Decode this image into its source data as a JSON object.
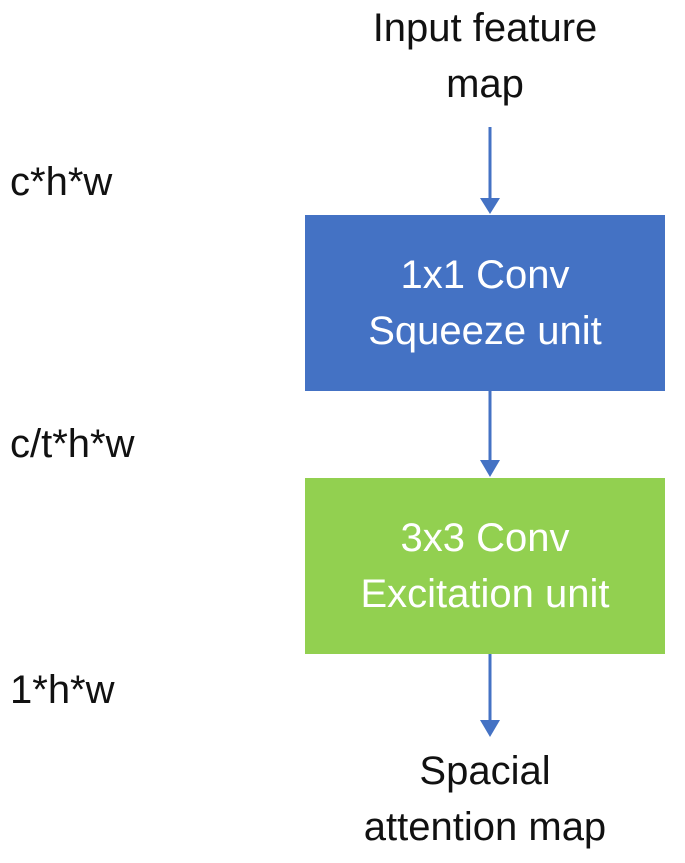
{
  "input": {
    "line1": "Input feature",
    "line2": "map"
  },
  "dims": {
    "d1": "c*h*w",
    "d2": "c/t*h*w",
    "d3": "1*h*w"
  },
  "squeeze": {
    "line1": "1x1 Conv",
    "line2": "Squeeze unit",
    "color": "#4472c4"
  },
  "excitation": {
    "line1": "3x3 Conv",
    "line2": "Excitation unit",
    "color": "#92d050"
  },
  "output": {
    "line1": "Spacial",
    "line2": "attention map"
  },
  "arrow_color": "#4472c4"
}
